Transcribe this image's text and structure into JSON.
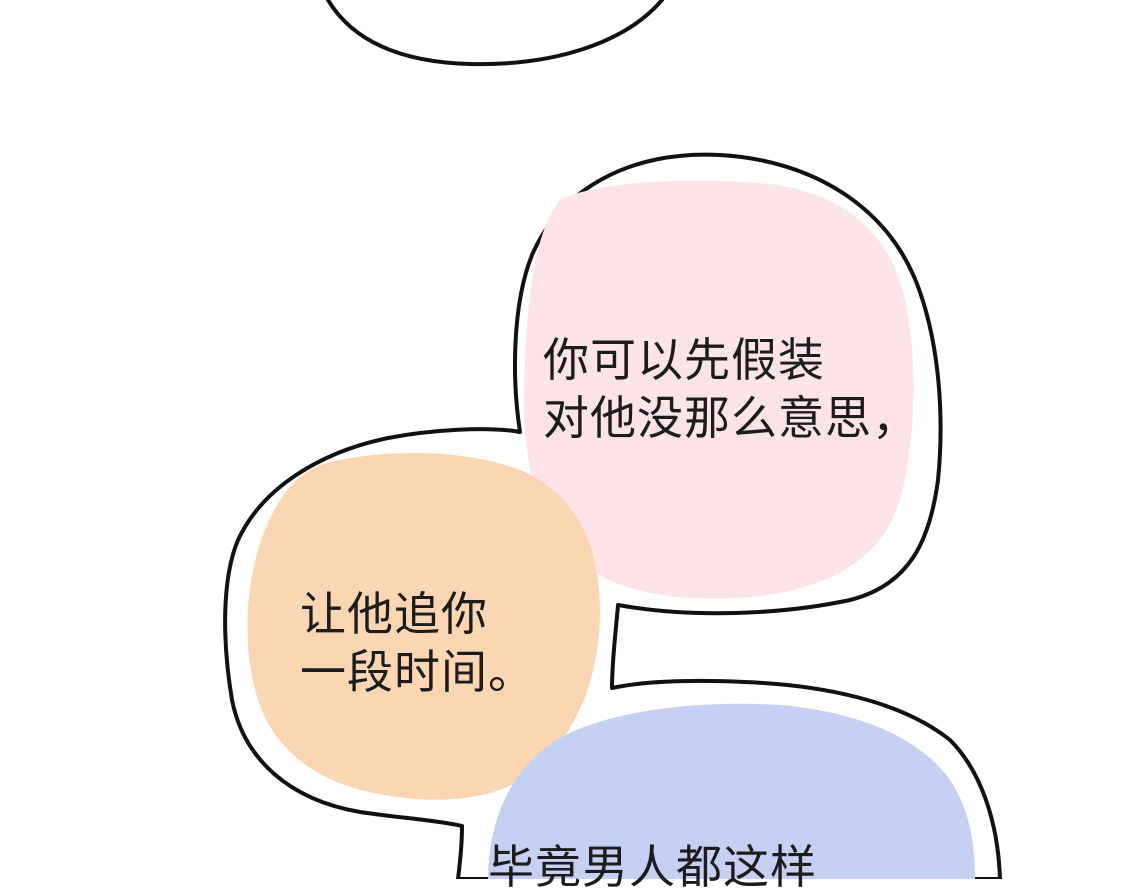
{
  "panel": {
    "pink_bubble": {
      "lines": [
        "你可以先假装",
        "对他没那么意思，"
      ],
      "fill_color": "#fce4e8"
    },
    "peach_bubble": {
      "lines": [
        "让他追你",
        "一段时间。"
      ],
      "fill_color": "#fbd6b3"
    },
    "blue_bubble": {
      "lines": [
        "毕竟男人都这样"
      ],
      "fill_color": "#c6d0f2"
    },
    "outline_color": "#111111",
    "background_color": "#ffffff"
  }
}
